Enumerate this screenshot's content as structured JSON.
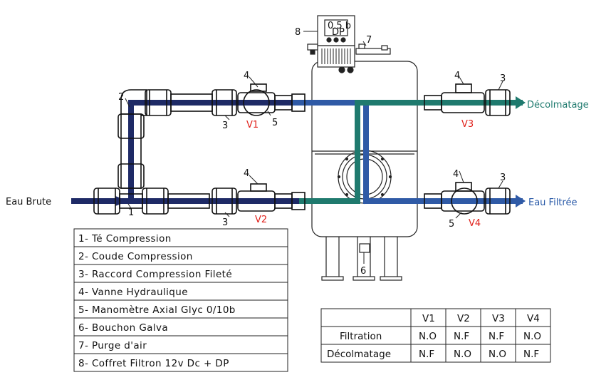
{
  "labels": {
    "inlet": "Eau Brute",
    "backwash_out": "Décolmatage",
    "filtered_out": "Eau Filtrée",
    "controller_display_line1": "0.5 b",
    "controller_display_line2": "DP"
  },
  "callouts": {
    "n1": "1",
    "n2": "2",
    "n3": "3",
    "n4": "4",
    "n5": "5",
    "n6": "6",
    "n7": "7",
    "n8": "8"
  },
  "valves": {
    "v1": "V1",
    "v2": "V2",
    "v3": "V3",
    "v4": "V4"
  },
  "legend": [
    "1- Té Compression",
    "2- Coude Compression",
    "3- Raccord Compression Fileté",
    "4- Vanne Hydraulique",
    "5- Manomètre Axial Glyc 0/10b",
    "6- Bouchon Galva",
    "7- Purge d'air",
    "8- Coffret Filtron 12v Dc + DP"
  ],
  "table": {
    "headers": [
      "",
      "V1",
      "V2",
      "V3",
      "V4"
    ],
    "rows": [
      {
        "label": "Filtration",
        "cells": [
          "N.O",
          "N.F",
          "N.F",
          "N.O"
        ]
      },
      {
        "label": "Décolmatage",
        "cells": [
          "N.F",
          "N.O",
          "N.O",
          "N.F"
        ]
      }
    ]
  },
  "colors": {
    "raw_pipe": "#1e2a66",
    "filtered_pipe": "#2f5aa6",
    "backwash_pipe": "#1f7a6e",
    "valve_label": "#e0201a",
    "line": "#222222"
  }
}
